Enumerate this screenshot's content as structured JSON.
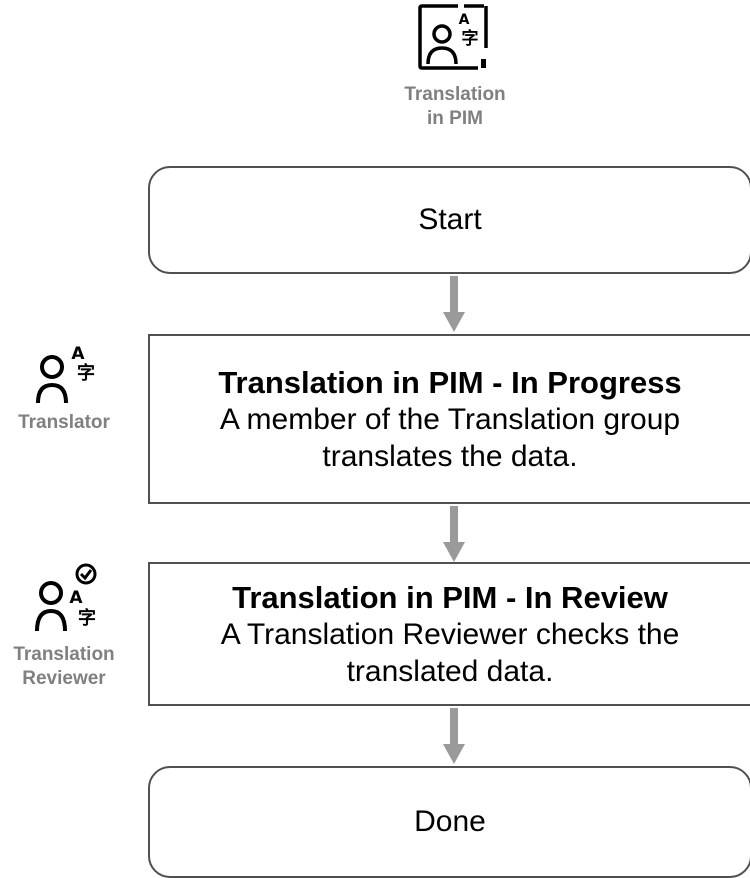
{
  "header": {
    "icon": "translation-pim-icon",
    "caption_line1": "Translation",
    "caption_line2": "in PIM"
  },
  "steps": {
    "start": {
      "label": "Start"
    },
    "in_progress": {
      "title": "Translation in PIM - In Progress",
      "desc_line1": "A member of the Translation group",
      "desc_line2": "translates the data."
    },
    "in_review": {
      "title": "Translation in PIM - In Review",
      "desc_line1": "A Translation Reviewer checks the",
      "desc_line2": "translated data."
    },
    "done": {
      "label": "Done"
    }
  },
  "roles": {
    "translator": {
      "icon": "translator-icon",
      "label": "Translator"
    },
    "reviewer": {
      "icon": "translation-reviewer-icon",
      "label_line1": "Translation",
      "label_line2": "Reviewer"
    }
  },
  "colors": {
    "caption": "#808080",
    "box_border": "#505050",
    "arrow": "#9a9a9a",
    "icon": "#000000"
  }
}
